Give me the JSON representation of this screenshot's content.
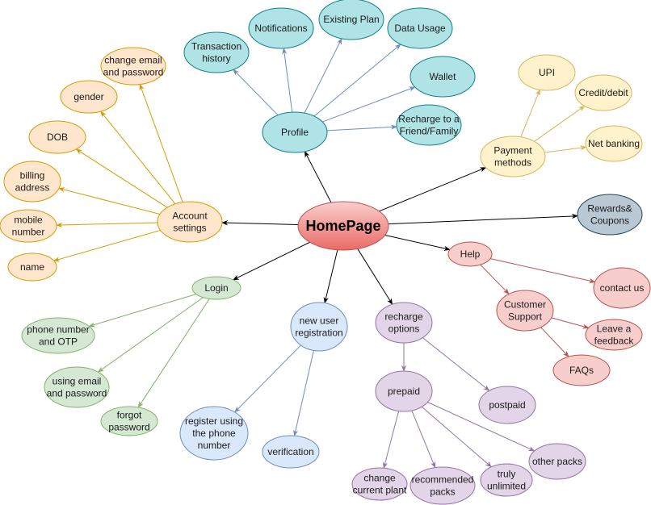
{
  "title": "HomePage",
  "colors": {
    "home": {
      "fill": "#f19c99",
      "stroke": "#b85450"
    },
    "profile": {
      "fill": "#b0e3e6",
      "stroke": "#0e8088",
      "edge": "#6c8ebf"
    },
    "payment": {
      "fill": "#fff2cc",
      "stroke": "#d6b656",
      "edge": "#d6b656"
    },
    "rewards": {
      "fill": "#bac8d3",
      "stroke": "#23445d",
      "edge": "#000000"
    },
    "help": {
      "fill": "#f8cecc",
      "stroke": "#b85450",
      "edge": "#b85450"
    },
    "recharge": {
      "fill": "#e1d5e7",
      "stroke": "#9673a6",
      "edge": "#9673a6"
    },
    "register": {
      "fill": "#dae8fc",
      "stroke": "#6c8ebf",
      "edge": "#6c8ebf"
    },
    "login": {
      "fill": "#d5e8d4",
      "stroke": "#82b366",
      "edge": "#82b366"
    },
    "account": {
      "fill": "#ffe6cc",
      "stroke": "#d79b00",
      "edge": "#d79b00"
    },
    "main_edge": "#000000"
  },
  "nodes": {
    "home": {
      "group": "home",
      "lines": [
        "HomePage"
      ]
    },
    "profile": {
      "group": "profile",
      "lines": [
        "Profile"
      ]
    },
    "transaction_history": {
      "group": "profile",
      "lines": [
        "Transaction",
        "history"
      ]
    },
    "notifications": {
      "group": "profile",
      "lines": [
        "Notifications"
      ]
    },
    "existing_plan": {
      "group": "profile",
      "lines": [
        "Existing Plan"
      ]
    },
    "data_usage": {
      "group": "profile",
      "lines": [
        "Data Usage"
      ]
    },
    "wallet": {
      "group": "profile",
      "lines": [
        "Wallet"
      ]
    },
    "recharge_friend": {
      "group": "profile",
      "lines": [
        "Recharge to a",
        "Friend/Family"
      ]
    },
    "payment_methods": {
      "group": "payment",
      "lines": [
        "Payment",
        "methods"
      ]
    },
    "upi": {
      "group": "payment",
      "lines": [
        "UPI"
      ]
    },
    "credit_debit": {
      "group": "payment",
      "lines": [
        "Credit/debit"
      ]
    },
    "net_banking": {
      "group": "payment",
      "lines": [
        "Net banking"
      ]
    },
    "rewards": {
      "group": "rewards",
      "lines": [
        "Rewards&",
        "Coupons"
      ]
    },
    "help": {
      "group": "help",
      "lines": [
        "Help"
      ]
    },
    "contact_us": {
      "group": "help",
      "lines": [
        "contact us"
      ]
    },
    "customer_support": {
      "group": "help",
      "lines": [
        "Customer",
        "Support"
      ]
    },
    "leave_feedback": {
      "group": "help",
      "lines": [
        "Leave a",
        "feedback"
      ]
    },
    "faqs": {
      "group": "help",
      "lines": [
        "FAQs"
      ]
    },
    "recharge_options": {
      "group": "recharge",
      "lines": [
        "recharge",
        "options"
      ]
    },
    "prepaid": {
      "group": "recharge",
      "lines": [
        "prepaid"
      ]
    },
    "postpaid": {
      "group": "recharge",
      "lines": [
        "postpaid"
      ]
    },
    "change_plan": {
      "group": "recharge",
      "lines": [
        "change",
        "current plant"
      ]
    },
    "recommended_packs": {
      "group": "recharge",
      "lines": [
        "recommended",
        "packs"
      ]
    },
    "truly_unlimited": {
      "group": "recharge",
      "lines": [
        "truly",
        "unlimited"
      ]
    },
    "other_packs": {
      "group": "recharge",
      "lines": [
        "other packs"
      ]
    },
    "new_user_registration": {
      "group": "register",
      "lines": [
        "new user",
        "registration"
      ]
    },
    "register_phone": {
      "group": "register",
      "lines": [
        "register using",
        "the phone",
        "number"
      ]
    },
    "verification": {
      "group": "register",
      "lines": [
        "verification"
      ]
    },
    "login": {
      "group": "login",
      "lines": [
        "Login"
      ]
    },
    "phone_otp": {
      "group": "login",
      "lines": [
        "phone number",
        "and OTP"
      ]
    },
    "email_password": {
      "group": "login",
      "lines": [
        "using email",
        "and password"
      ]
    },
    "forgot_password": {
      "group": "login",
      "lines": [
        "forgot",
        "password"
      ]
    },
    "account_settings": {
      "group": "account",
      "lines": [
        "Account",
        "settings"
      ]
    },
    "change_email_password": {
      "group": "account",
      "lines": [
        "change email",
        "and password"
      ]
    },
    "gender": {
      "group": "account",
      "lines": [
        "gender"
      ]
    },
    "dob": {
      "group": "account",
      "lines": [
        "DOB"
      ]
    },
    "billing_address": {
      "group": "account",
      "lines": [
        "billing",
        "address"
      ]
    },
    "mobile_number": {
      "group": "account",
      "lines": [
        "mobile",
        "number"
      ]
    },
    "name": {
      "group": "account",
      "lines": [
        "name"
      ]
    }
  },
  "edges": [
    [
      "home",
      "profile"
    ],
    [
      "home",
      "payment_methods"
    ],
    [
      "home",
      "rewards"
    ],
    [
      "home",
      "help"
    ],
    [
      "home",
      "recharge_options"
    ],
    [
      "home",
      "new_user_registration"
    ],
    [
      "home",
      "login"
    ],
    [
      "home",
      "account_settings"
    ],
    [
      "profile",
      "transaction_history"
    ],
    [
      "profile",
      "notifications"
    ],
    [
      "profile",
      "existing_plan"
    ],
    [
      "profile",
      "data_usage"
    ],
    [
      "profile",
      "wallet"
    ],
    [
      "profile",
      "recharge_friend"
    ],
    [
      "payment_methods",
      "upi"
    ],
    [
      "payment_methods",
      "credit_debit"
    ],
    [
      "payment_methods",
      "net_banking"
    ],
    [
      "help",
      "contact_us"
    ],
    [
      "help",
      "customer_support"
    ],
    [
      "customer_support",
      "leave_feedback"
    ],
    [
      "customer_support",
      "faqs"
    ],
    [
      "recharge_options",
      "prepaid"
    ],
    [
      "recharge_options",
      "postpaid"
    ],
    [
      "prepaid",
      "change_plan"
    ],
    [
      "prepaid",
      "recommended_packs"
    ],
    [
      "prepaid",
      "truly_unlimited"
    ],
    [
      "prepaid",
      "other_packs"
    ],
    [
      "new_user_registration",
      "register_phone"
    ],
    [
      "new_user_registration",
      "verification"
    ],
    [
      "login",
      "phone_otp"
    ],
    [
      "login",
      "email_password"
    ],
    [
      "login",
      "forgot_password"
    ],
    [
      "account_settings",
      "change_email_password"
    ],
    [
      "account_settings",
      "gender"
    ],
    [
      "account_settings",
      "dob"
    ],
    [
      "account_settings",
      "billing_address"
    ],
    [
      "account_settings",
      "mobile_number"
    ],
    [
      "account_settings",
      "name"
    ]
  ]
}
